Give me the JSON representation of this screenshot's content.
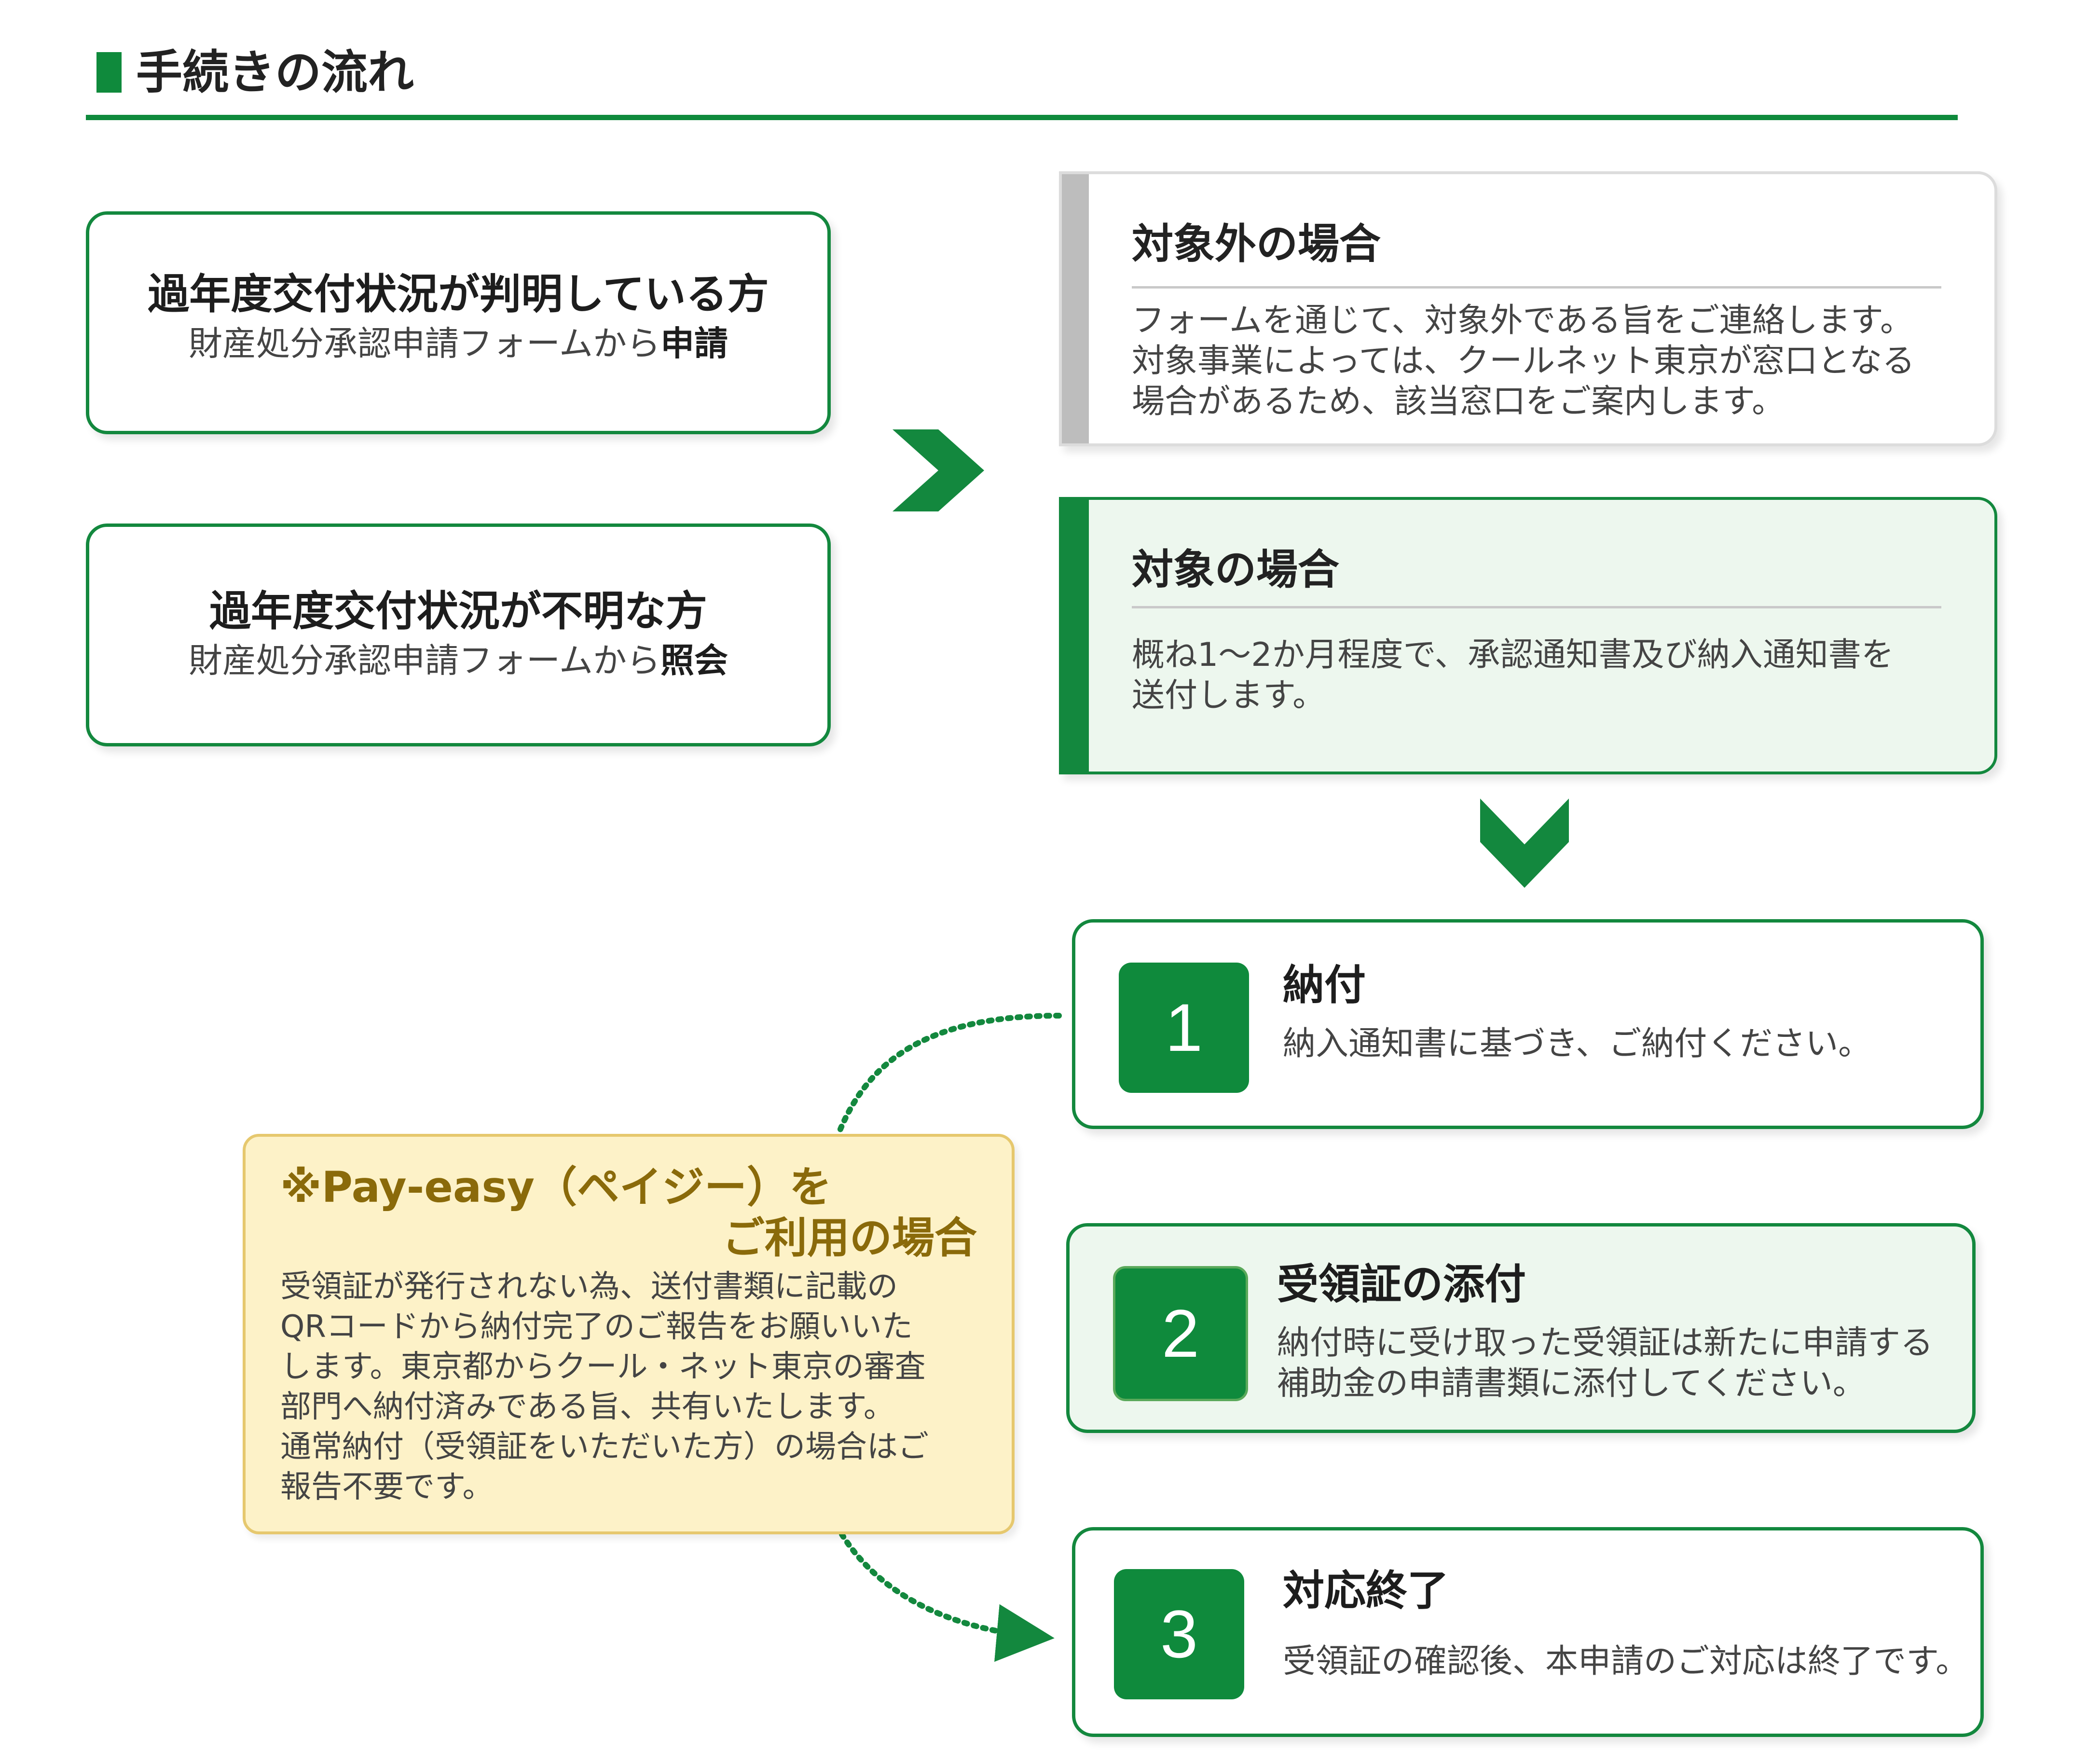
{
  "header": {
    "title": "手続きの流れ"
  },
  "left_boxes": [
    {
      "title": "過年度交付状況が判明している方",
      "sub_prefix": "財産処分承認申請フォームから",
      "sub_emph": "申請"
    },
    {
      "title": "過年度交付状況が不明な方",
      "sub_prefix": "財産処分承認申請フォームから",
      "sub_emph": "照会"
    }
  ],
  "cases": [
    {
      "title": "対象外の場合",
      "lines": [
        "フォームを通じて、対象外である旨をご連絡します。",
        "対象事業によっては、クールネット東京が窓口となる",
        "場合があるため、該当窓口をご案内します。"
      ]
    },
    {
      "title": "対象の場合",
      "lines": [
        "概ね1〜2か月程度で、承認通知書及び納入通知書を",
        "送付します。"
      ]
    }
  ],
  "steps": [
    {
      "number": "1",
      "title": "納付",
      "lines": [
        "納入通知書に基づき、ご納付ください。"
      ]
    },
    {
      "number": "2",
      "title": "受領証の添付",
      "lines": [
        "納付時に受け取った受領証は新たに申請する",
        "補助金の申請書類に添付してください。"
      ]
    },
    {
      "number": "3",
      "title": "対応終了",
      "lines": [
        "受領証の確認後、本申請のご対応は終了です。"
      ]
    }
  ],
  "note": {
    "title_line1": "※Pay-easy（ペイジー）を",
    "title_line2": "ご利用の場合",
    "lines": [
      "受領証が発行されない為、送付書類に記載の",
      "QRコードから納付完了のご報告をお願いいた",
      "します。東京都からクール・ネット東京の審査",
      "部門へ納付済みである旨、共有いたします。",
      "通常納付（受領証をいただいた方）の場合はご",
      "報告不要です。"
    ]
  },
  "colors": {
    "accent": "#0f8a3c",
    "note_bg": "#fdf2c8",
    "note_title": "#8a6a0a",
    "gray_bar": "#bdbdbd",
    "light_green": "#edf7ee"
  }
}
